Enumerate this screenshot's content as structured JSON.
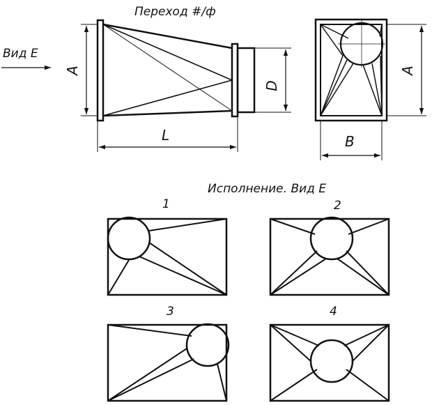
{
  "header": {
    "title": "Переход #/ф"
  },
  "side_view": {
    "label": "Вид Е"
  },
  "dimensions": {
    "A": "A",
    "D": "D",
    "L": "L",
    "B": "B"
  },
  "variants": {
    "title": "Исполнение. Вид Е",
    "labels": [
      "1",
      "2",
      "3",
      "4"
    ]
  },
  "colors": {
    "line": "#111111",
    "background": "#ffffff"
  }
}
